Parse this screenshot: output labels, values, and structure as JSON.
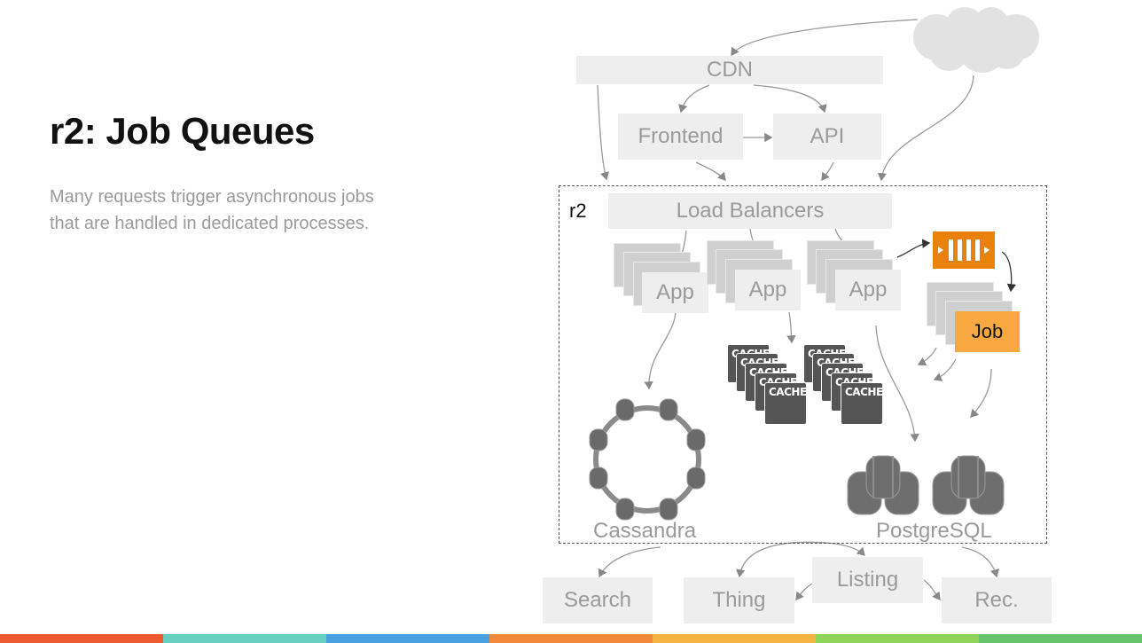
{
  "slide": {
    "title": "r2: Job Queues",
    "description": "Many requests trigger asynchronous jobs that are handled in dedicated processes."
  },
  "diagram": {
    "cdn": "CDN",
    "frontend": "Frontend",
    "api": "API",
    "r2_label": "r2",
    "load_balancers": "Load Balancers",
    "app_labels": [
      "App",
      "App",
      "App"
    ],
    "job": "Job",
    "cache_label": "CACHE",
    "cassandra": "Cassandra",
    "postgresql": "PostgreSQL",
    "search": "Search",
    "thing": "Thing",
    "listing": "Listing",
    "rec": "Rec."
  },
  "colors": {
    "queue": "#e8820c",
    "job": "#f7a840",
    "footer": [
      "#ee5a2f",
      "#67cfc0",
      "#4a9fe0",
      "#f08a3a",
      "#f5b342",
      "#8fd45a",
      "#67c46a"
    ]
  }
}
